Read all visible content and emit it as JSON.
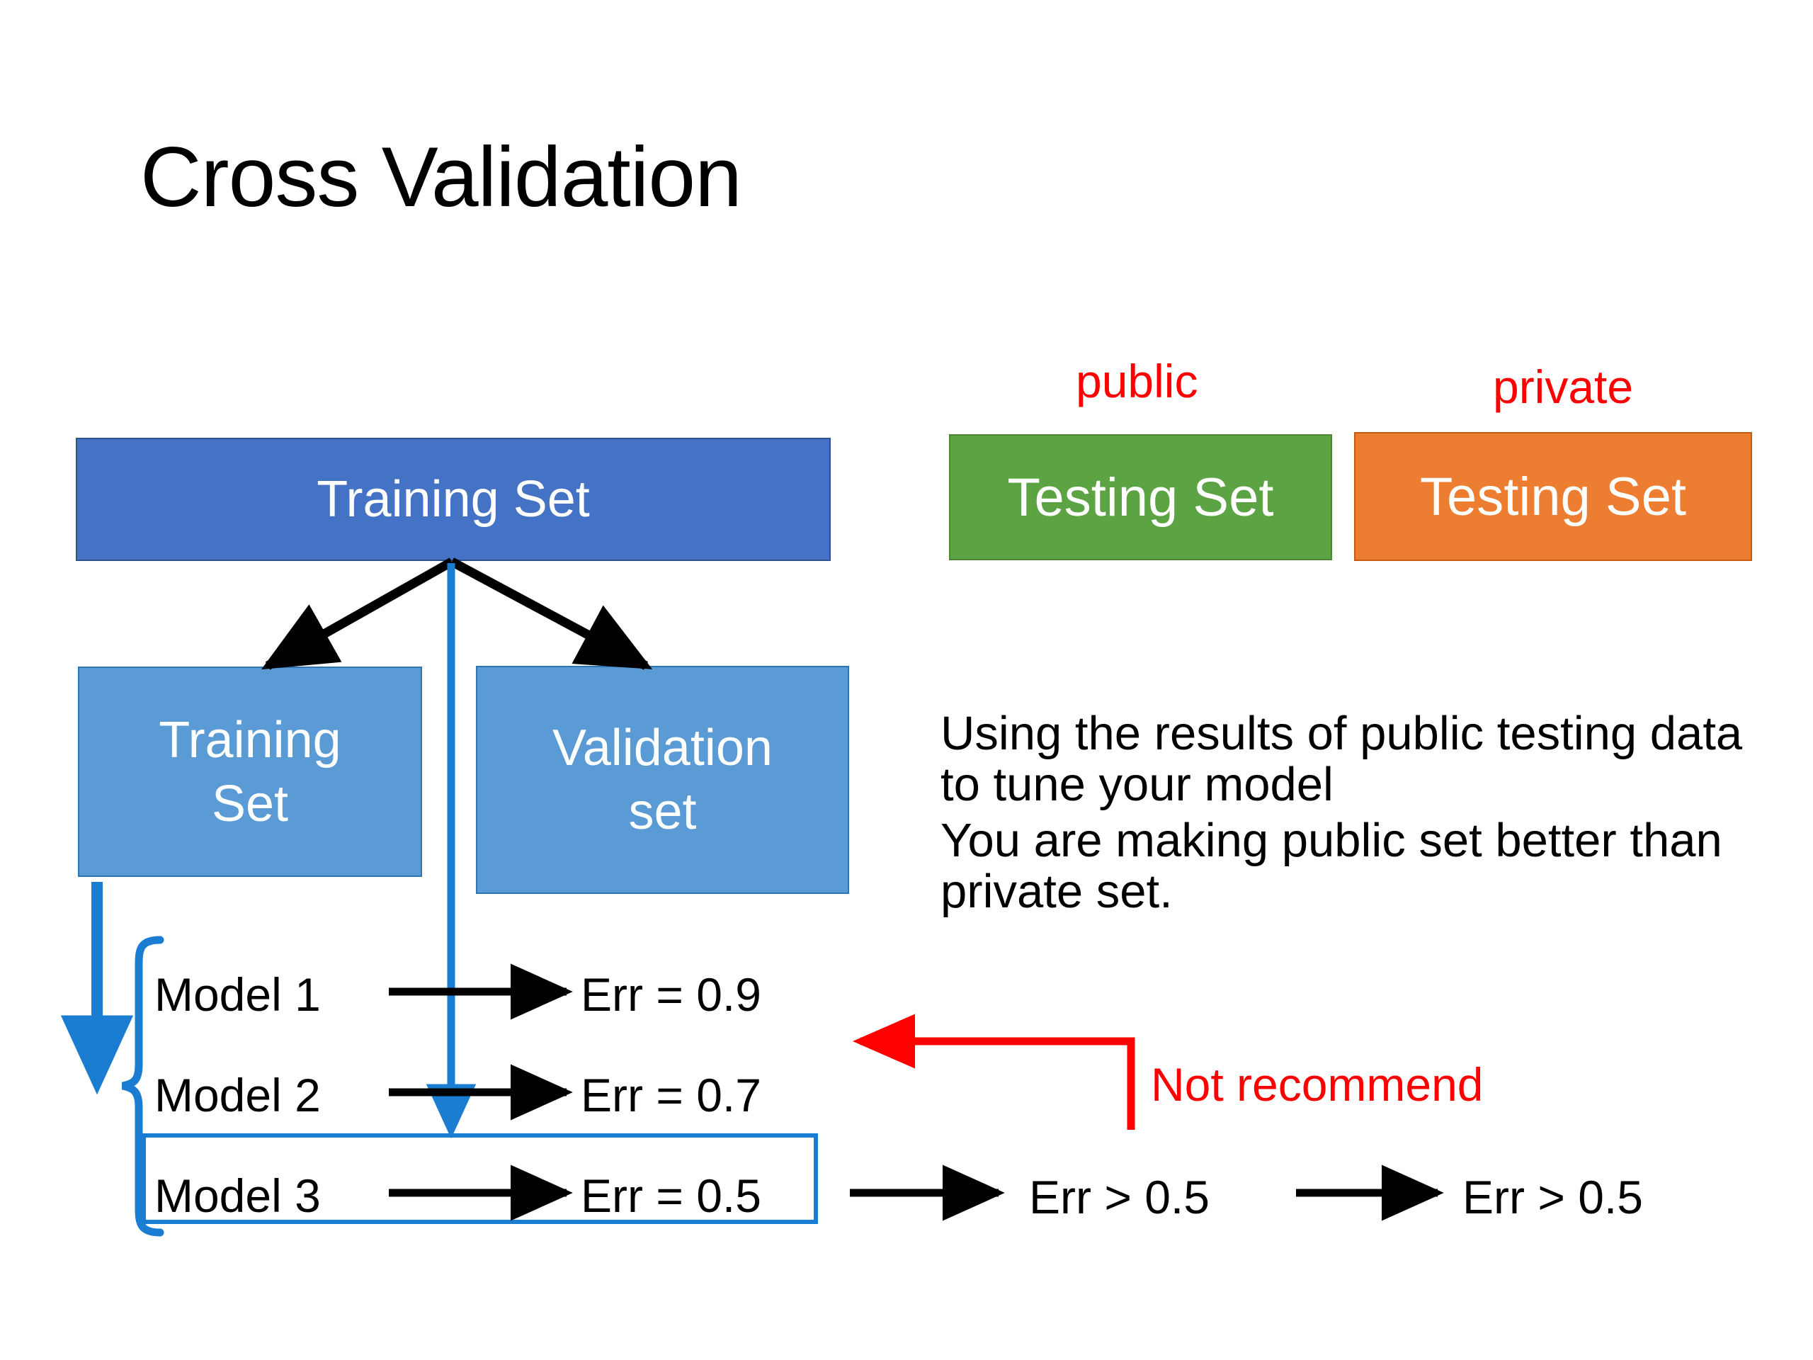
{
  "slide": {
    "title": "Cross Validation",
    "background": "#FFFFFF"
  },
  "colors": {
    "training_top": "#4472C4",
    "training_sub": "#5B9BD5",
    "validation_sub": "#5B9BD5",
    "testing_public": "#5CA443",
    "testing_private": "#ED7D31",
    "accent_red": "#FF0000",
    "accent_blue": "#1B7DD1",
    "arrow_black": "#000000"
  },
  "boxes": {
    "training_top": {
      "label": "Training Set"
    },
    "training_sub": {
      "line1": "Training",
      "line2": "Set"
    },
    "validation_sub": {
      "line1": "Validation",
      "line2": "set"
    },
    "testing_public": {
      "label": "Testing Set",
      "tag": "public"
    },
    "testing_private": {
      "label": "Testing Set",
      "tag": "private"
    }
  },
  "models": [
    {
      "name": "Model 1",
      "error_label": "Err = 0.9",
      "error_value": 0.9
    },
    {
      "name": "Model 2",
      "error_label": "Err = 0.7",
      "error_value": 0.7
    },
    {
      "name": "Model 3",
      "error_label": "Err = 0.5",
      "error_value": 0.5
    }
  ],
  "selected_model": "Model 3",
  "downstream": {
    "public_result": "Err > 0.5",
    "private_result": "Err > 0.5"
  },
  "notes": {
    "paragraph_1": "Using the results of public testing data to tune your model",
    "paragraph_2": "You are making public set better than private set.",
    "warning": "Not recommend"
  }
}
